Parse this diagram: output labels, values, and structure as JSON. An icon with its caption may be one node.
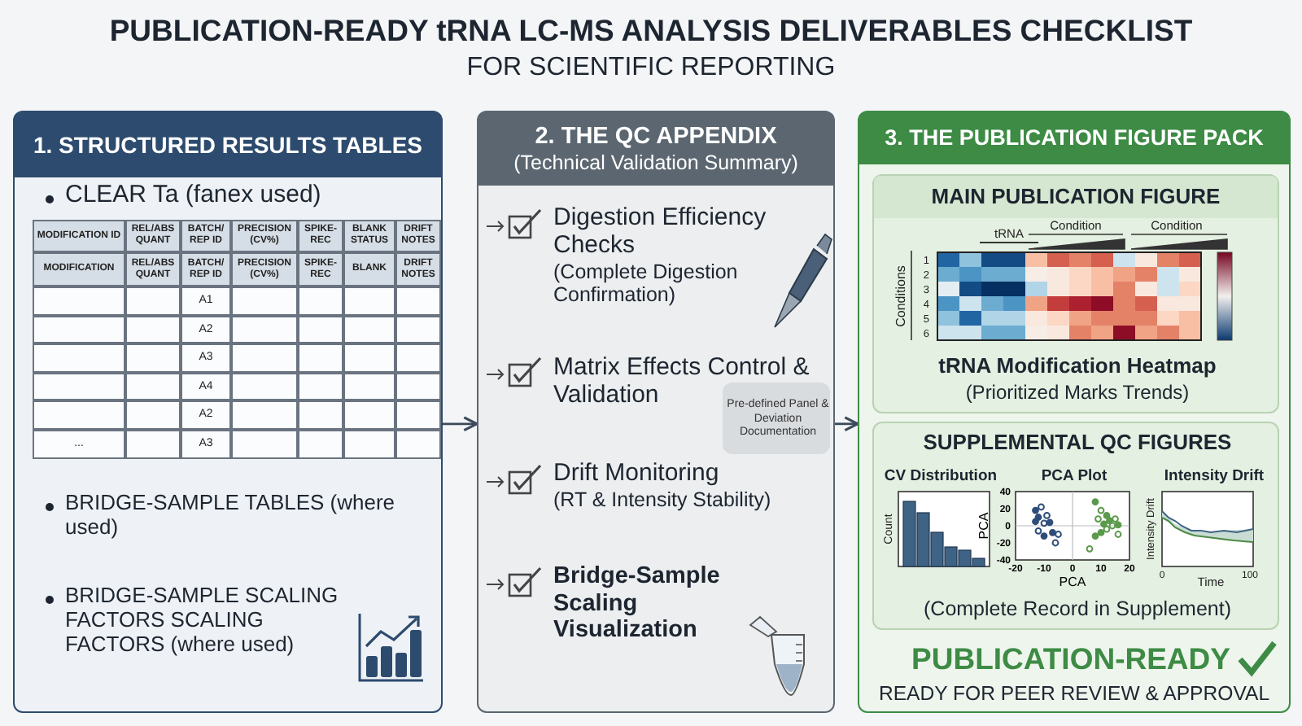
{
  "diagram": {
    "title": "PUBLICATION-READY tRNA LC-MS ANALYSIS DELIVERABLES CHECKLIST",
    "nodes": [
      {
        "text": [
          "1. STRUCTURED RESULTS TABLES"
        ]
      },
      {
        "text": [
          "2. THE QC APPENDIX",
          "(Technical Validation Summary)"
        ]
      },
      {
        "text": [
          "3. THE PUBLICATION FIGURE PACK"
        ]
      },
      {
        "text": [
          "MAIN PUBLICATION FIGURE",
          "tRNA Modification Heatmap",
          "(Prioritized Marks Trends)"
        ],
        "in": 2
      },
      {
        "text": [
          "SUPPLEMENTAL QC FIGURES",
          "(Complete Record in Supplement)"
        ],
        "in": 2
      },
      {
        "text": [
          "Pre-defined Panel & Deviation Documentation"
        ],
        "in": 1
      }
    ],
    "edges": [
      {
        "from": 0,
        "to": 1,
        "arrow": "to"
      },
      {
        "from": 1,
        "to": 2,
        "arrow": "to"
      }
    ],
    "labels": [
      "FOR SCIENTIFIC REPORTING",
      "CLEAR Ta (fanex used)",
      "MODIFICATION ID",
      "REL/ABS QUANT",
      "BATCH/ REP ID",
      "PRECISION (CV%)",
      "SPIKE-REC",
      "BLANK STATUS",
      "DRIFT NOTES",
      "MODIFICATION",
      "REL/ABS QUANT",
      "BATCH/ REP ID",
      "PRECISION (CV%)",
      "SPIKE-REC",
      "BLANK",
      "DRIFT NOTES",
      "A1",
      "A2",
      "A3",
      "A4",
      "A2",
      "...",
      "A3",
      "BRIDGE-SAMPLE TABLES (where used)",
      "BRIDGE-SAMPLE SCALING FACTORS SCALING FACTORS (where used)",
      "Digestion Efficiency Checks",
      "(Complete Digestion Confirmation)",
      "Matrix Effects Control & Validation",
      "Drift Monitoring",
      "(RT & Intensity Stability)",
      "Bridge-Sample Scaling Visualization",
      "tRNA",
      "Condition",
      "Condition",
      "Conditions",
      "1",
      "2",
      "3",
      "4",
      "5",
      "6",
      "CV Distribution",
      "Count",
      "Intensity Drift",
      "Intensity Drift",
      "Time",
      "0",
      "100",
      "PUBLICATION-READY",
      "READY FOR PEER REVIEW & APPROVAL"
    ],
    "chart_data": {
      "type": "scatter",
      "title": "PCA Plot",
      "xlabel": "PCA",
      "ylabel": "PCA",
      "xlim": [
        -20,
        20
      ],
      "ylim": [
        -40,
        40
      ],
      "xticks": [
        -20,
        -10,
        0,
        10,
        20
      ],
      "yticks": [
        -40,
        -20,
        0,
        20,
        40
      ],
      "x": [
        -13,
        -11,
        -12,
        -9,
        -13,
        -10,
        -8,
        -12,
        -7,
        -5,
        -10,
        -6,
        8,
        10,
        12,
        9,
        13,
        15,
        11,
        14,
        16,
        12,
        10,
        16,
        8,
        6
      ],
      "series": [
        {
          "color": "#2e4d78",
          "values": [
            18,
            22,
            10,
            12,
            5,
            3,
            4,
            -6,
            -8,
            -10,
            -12,
            -20,
            null,
            null,
            null,
            null,
            null,
            null,
            null,
            null,
            null,
            null,
            null,
            null,
            null,
            null
          ]
        },
        {
          "color": "#5b9a4c",
          "values": [
            null,
            null,
            null,
            null,
            null,
            null,
            null,
            null,
            null,
            null,
            null,
            null,
            28,
            18,
            12,
            8,
            6,
            8,
            2,
            0,
            1,
            -4,
            -8,
            -10,
            -12,
            -27
          ]
        }
      ]
    }
  }
}
